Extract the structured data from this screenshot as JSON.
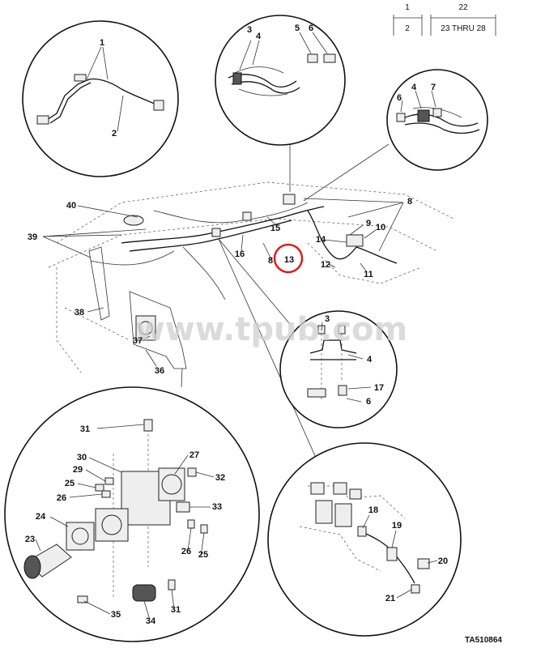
{
  "table": {
    "col1_header": "1",
    "col2_header": "22",
    "col1_value": "2",
    "col2_value": "23 THRU 28"
  },
  "watermark": "www.tpub.com",
  "figure_id": "TA510864",
  "callouts": {
    "c1": "1",
    "c2": "2",
    "c3a": "3",
    "c4a": "4",
    "c5a": "5",
    "c6a": "6",
    "c6b": "6",
    "c4b": "4",
    "c7": "7",
    "c8a": "8",
    "c8b": "8",
    "c9": "9",
    "c10": "10",
    "c11": "11",
    "c12": "12",
    "c13": "13",
    "c14": "14",
    "c15": "15",
    "c16": "16",
    "c40": "40",
    "c39": "39",
    "c38": "38",
    "c37": "37",
    "c36": "36",
    "c3b": "3",
    "c4c": "4",
    "c17": "17",
    "c6c": "6",
    "c31a": "31",
    "c30": "30",
    "c27": "27",
    "c29": "29",
    "c32": "32",
    "c25a": "25",
    "c26a": "26",
    "c33": "33",
    "c24": "24",
    "c23": "23",
    "c26b": "26",
    "c25b": "25",
    "c35": "35",
    "c34": "34",
    "c31b": "31",
    "c18": "18",
    "c19": "19",
    "c20": "20",
    "c21": "21"
  },
  "colors": {
    "highlight_circle": "#d81e1e",
    "line": "#111111"
  }
}
